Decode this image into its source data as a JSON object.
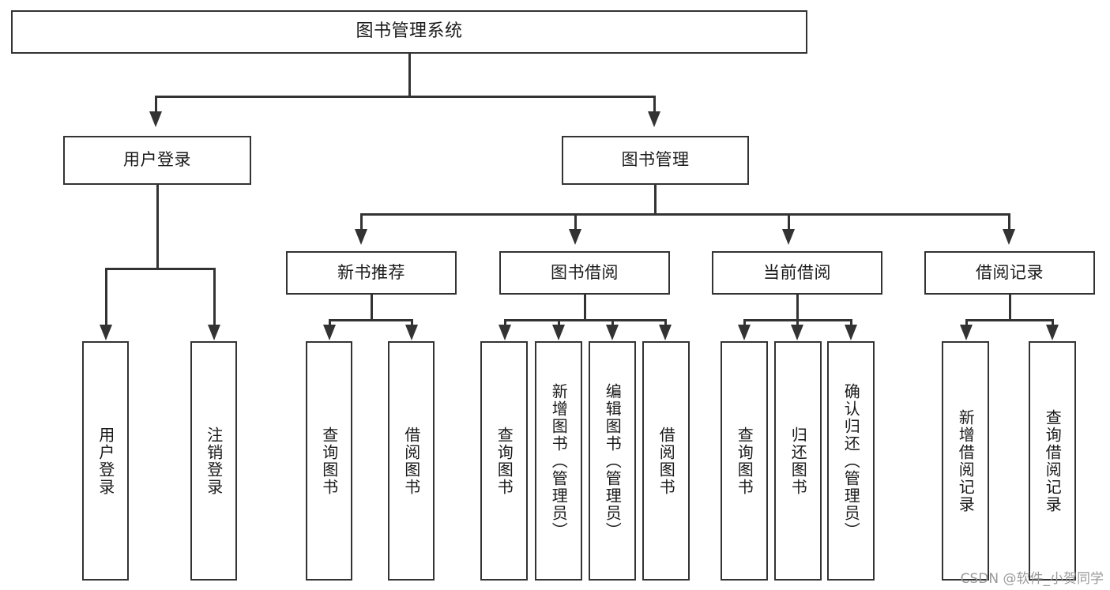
{
  "diagram": {
    "title": "图书管理系统",
    "type": "tree",
    "watermark": "CSDN @软件_小贺同学",
    "colors": {
      "stroke": "#333333",
      "fill": "#ffffff",
      "text": "#1a1a1a",
      "watermark": "#9a9a9a"
    },
    "root": {
      "label": "图书管理系统"
    },
    "level2": [
      {
        "label": "用户登录"
      },
      {
        "label": "图书管理"
      }
    ],
    "level3": [
      {
        "label": "新书推荐"
      },
      {
        "label": "图书借阅"
      },
      {
        "label": "当前借阅"
      },
      {
        "label": "借阅记录"
      }
    ],
    "leaves": {
      "user_login": [
        {
          "label": "用户登录"
        },
        {
          "label": "注销登录"
        }
      ],
      "new_book": [
        {
          "label": "查询图书"
        },
        {
          "label": "借阅图书"
        }
      ],
      "book_borrow": [
        {
          "label": "查询图书"
        },
        {
          "label": "新增图书（管理员）"
        },
        {
          "label": "编辑图书（管理员）"
        },
        {
          "label": "借阅图书"
        }
      ],
      "current_borrow": [
        {
          "label": "查询图书"
        },
        {
          "label": "归还图书"
        },
        {
          "label": "确认归还（管理员）"
        }
      ],
      "borrow_record": [
        {
          "label": "新增借阅记录"
        },
        {
          "label": "查询借阅记录"
        }
      ]
    }
  }
}
